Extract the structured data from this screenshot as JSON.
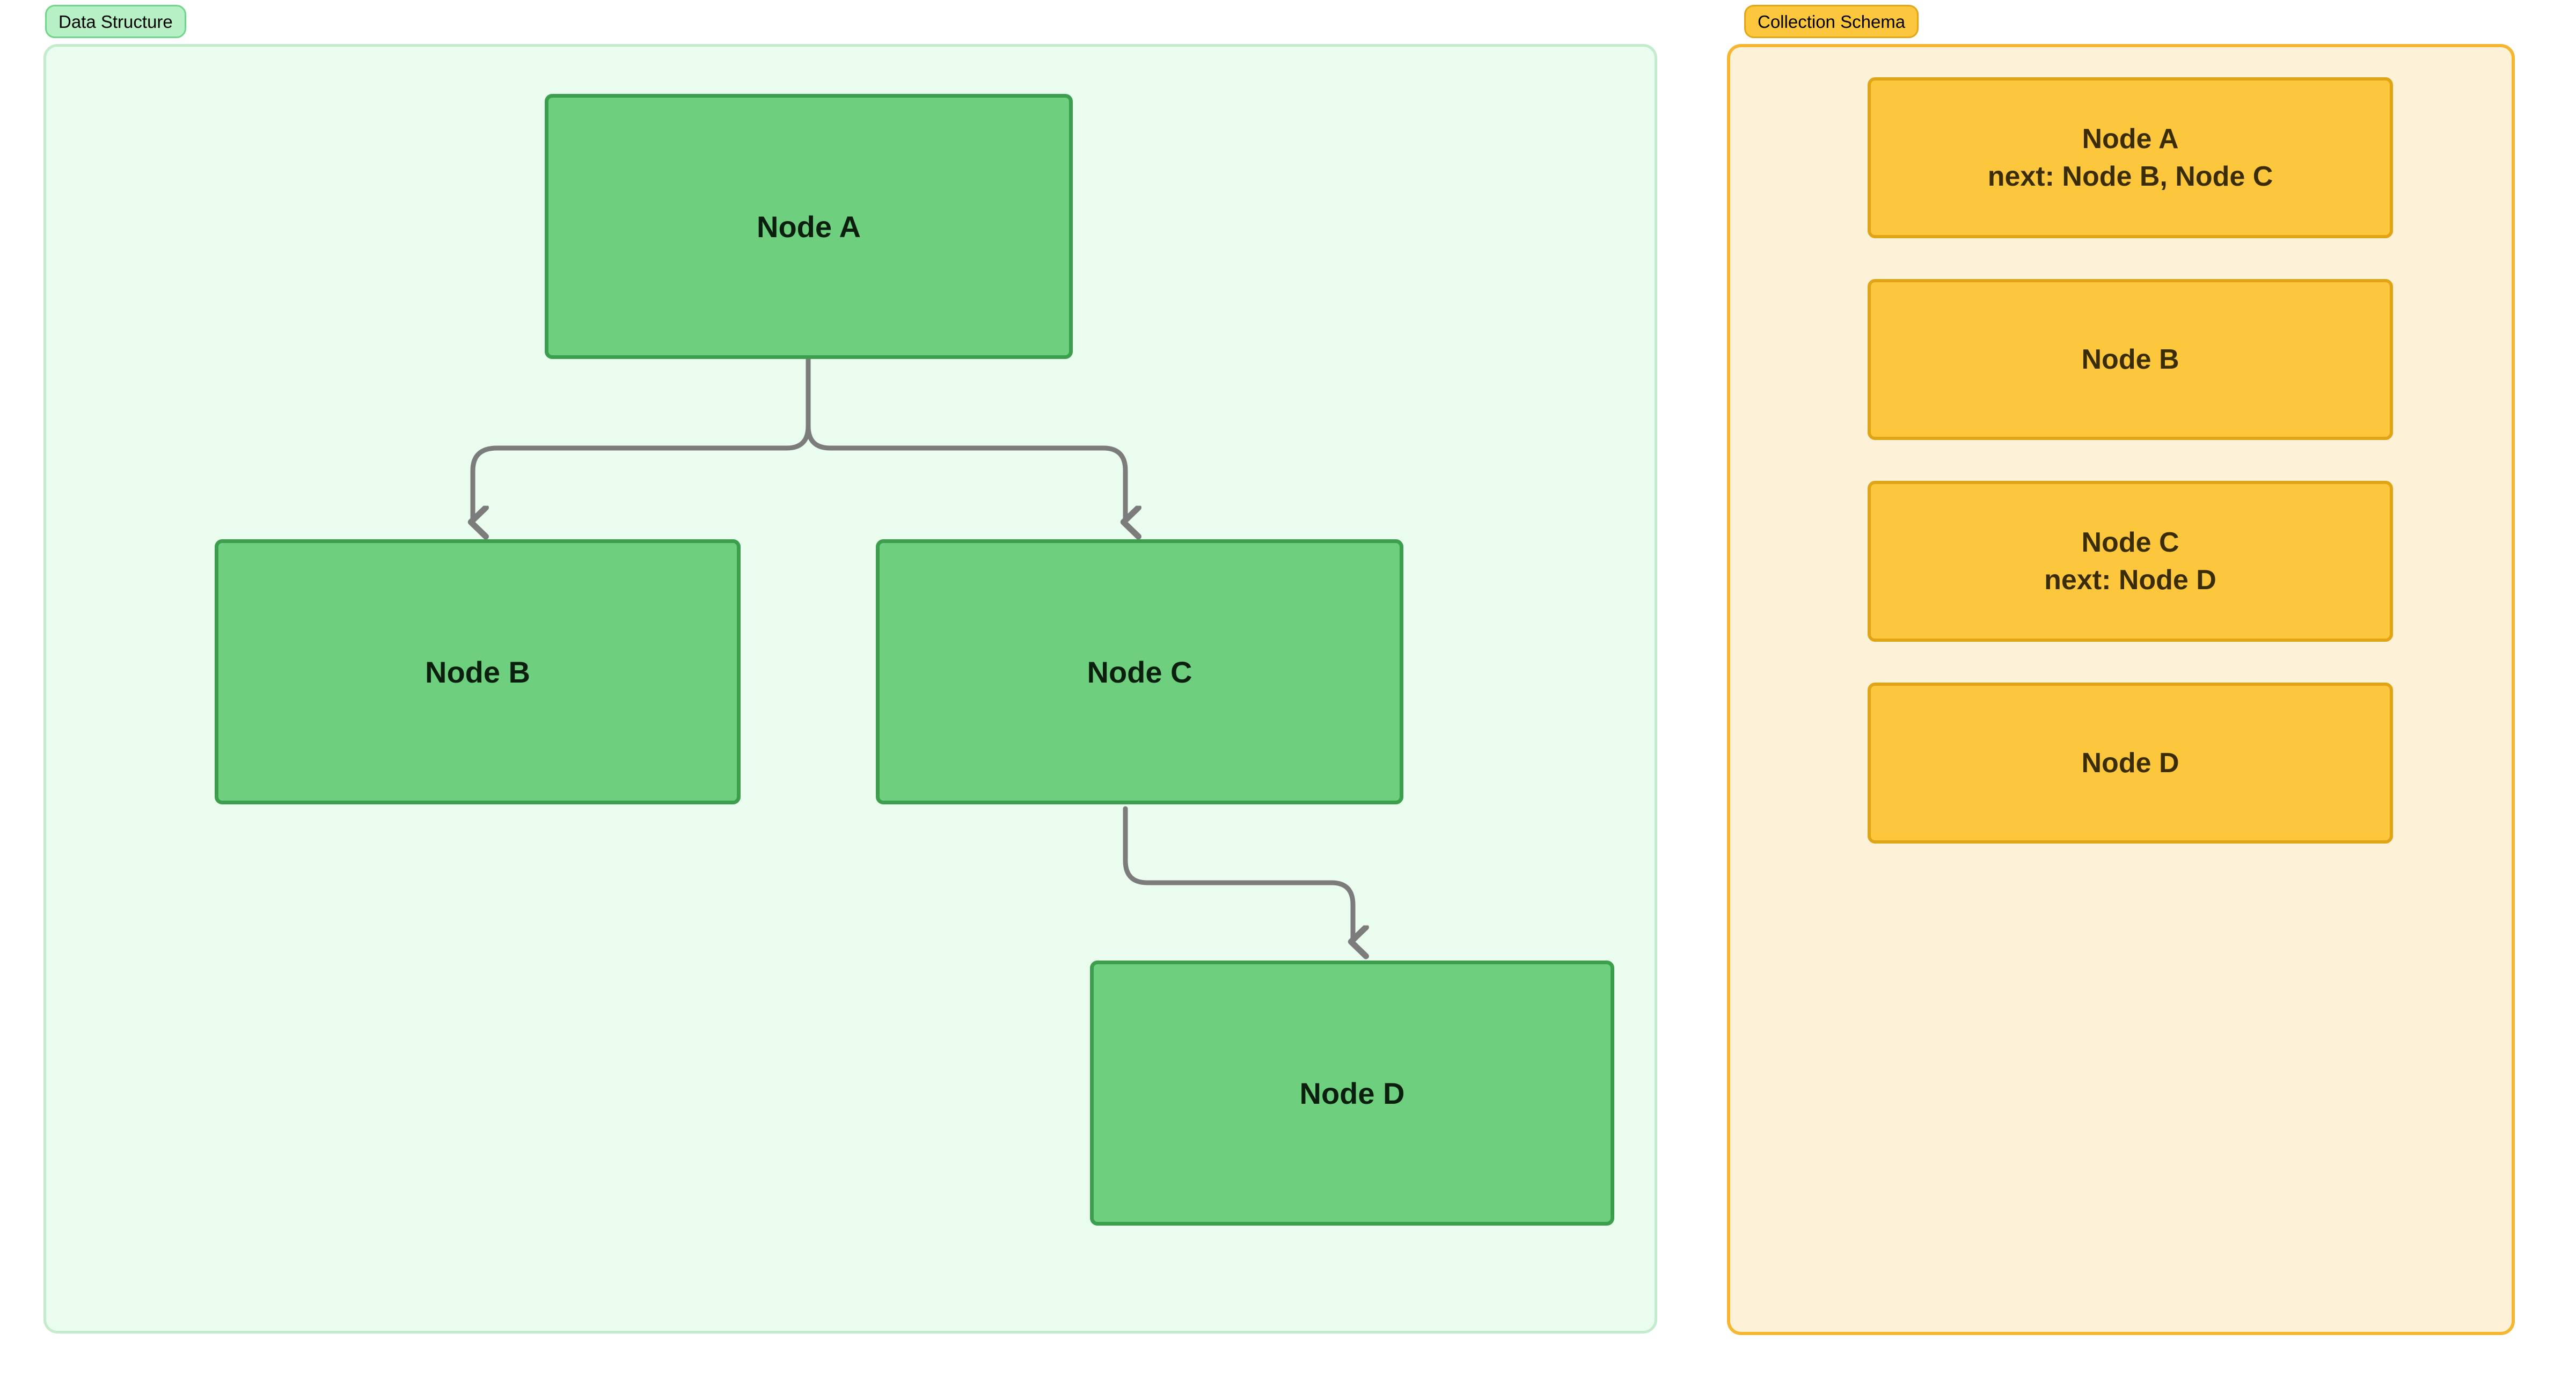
{
  "left_panel": {
    "badge_label": "Data Structure",
    "colors": {
      "panel_bg": "#e9fcee",
      "panel_border": "#c3eccd",
      "badge_bg": "#b7f0c4",
      "badge_border": "#71d48b",
      "node_fill": "#6ed07f",
      "node_border": "#3c9f4d",
      "connector": "#7c7c7c"
    },
    "nodes": [
      {
        "id": "node-a",
        "label": "Node A"
      },
      {
        "id": "node-b",
        "label": "Node B"
      },
      {
        "id": "node-c",
        "label": "Node C"
      },
      {
        "id": "node-d",
        "label": "Node D"
      }
    ],
    "edges": [
      {
        "from": "Node A",
        "to": "Node B"
      },
      {
        "from": "Node A",
        "to": "Node C"
      },
      {
        "from": "Node C",
        "to": "Node D"
      }
    ]
  },
  "right_panel": {
    "badge_label": "Collection Schema",
    "colors": {
      "panel_bg": "#fdf2d8",
      "panel_border": "#f5b731",
      "badge_bg": "#fcc63d",
      "badge_border": "#e3a517",
      "card_fill": "#fcc63d",
      "card_border": "#e0a516"
    },
    "cards": [
      {
        "title": "Node A",
        "next": "next: Node B, Node C"
      },
      {
        "title": "Node B",
        "next": ""
      },
      {
        "title": "Node C",
        "next": "next: Node D"
      },
      {
        "title": "Node D",
        "next": ""
      }
    ]
  }
}
